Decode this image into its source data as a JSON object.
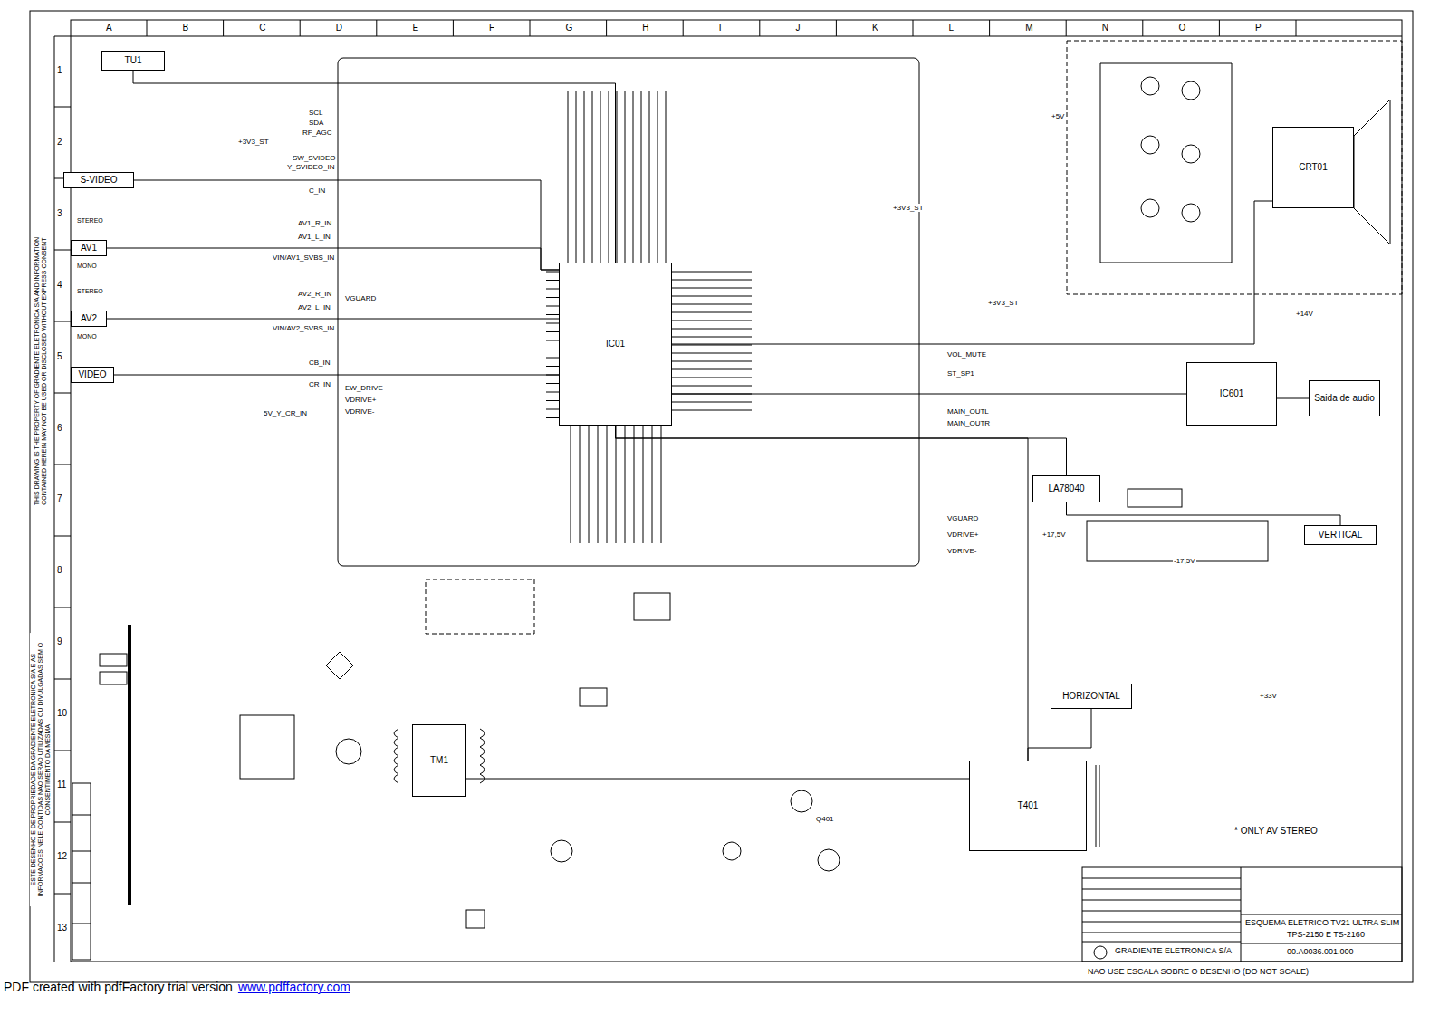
{
  "diagram": {
    "nodes": [
      {
        "text": [
          "TU1"
        ]
      },
      {
        "text": [
          "S-VIDEO"
        ]
      },
      {
        "text": [
          "AV1"
        ]
      },
      {
        "text": [
          "AV2"
        ]
      },
      {
        "text": [
          "VIDEO"
        ]
      },
      {
        "text": [
          "IC01"
        ]
      },
      {
        "text": [
          "LA78040"
        ]
      },
      {
        "text": [
          "VERTICAL"
        ]
      },
      {
        "text": [
          "IC601"
        ]
      },
      {
        "text": [
          "Saida de audio"
        ]
      },
      {
        "text": [
          "HORIZONTAL"
        ]
      },
      {
        "text": [
          "T401"
        ]
      },
      {
        "text": [
          "TM1"
        ]
      },
      {
        "text": [
          "CRT01"
        ]
      }
    ],
    "edges": [
      {
        "from": 0,
        "to": 5,
        "arrow": "none"
      },
      {
        "from": 1,
        "to": 5,
        "arrow": "none"
      },
      {
        "from": 2,
        "to": 5,
        "arrow": "none"
      },
      {
        "from": 3,
        "to": 5,
        "arrow": "none"
      },
      {
        "from": 4,
        "to": 5,
        "arrow": "none"
      },
      {
        "from": 5,
        "to": 6,
        "arrow": "none"
      },
      {
        "from": 6,
        "to": 7,
        "arrow": "none"
      },
      {
        "from": 5,
        "to": 8,
        "arrow": "none"
      },
      {
        "from": 8,
        "to": 9,
        "arrow": "none"
      },
      {
        "from": 5,
        "to": 11,
        "arrow": "none"
      },
      {
        "from": 11,
        "to": 10,
        "arrow": "none"
      },
      {
        "from": 12,
        "to": 11,
        "arrow": "none"
      },
      {
        "from": 5,
        "to": 13,
        "arrow": "none"
      }
    ],
    "labels": [
      "A",
      "B",
      "C",
      "D",
      "E",
      "F",
      "G",
      "H",
      "I",
      "J",
      "K",
      "L",
      "M",
      "N",
      "O",
      "P",
      "1",
      "2",
      "3",
      "4",
      "5",
      "6",
      "7",
      "8",
      "9",
      "10",
      "11",
      "12",
      "13",
      "SCL",
      "SDA",
      "RF_AGC",
      "SW_SVIDEO",
      "Y_SVIDEO_IN",
      "C_IN",
      "AV1_R_IN",
      "AV1_L_IN",
      "VIN/AV1_SVBS_IN",
      "AV2_R_IN",
      "AV2_L_IN",
      "VIN/AV2_SVBS_IN",
      "CB_IN",
      "CR_IN",
      "5V_Y_CR_IN",
      "VGUARD",
      "EW_DRIVE",
      "VDRIVE+",
      "VDRIVE-",
      "VOL_MUTE",
      "ST_SP1",
      "MAIN_OUTL",
      "MAIN_OUTR",
      "VGUARD",
      "VDRIVE+",
      "VDRIVE-",
      "+14V",
      "+33V",
      "-17,5V",
      "+17,5V",
      "* ONLY AV STEREO",
      "ESQUEMA ELETRICO TV21 ULTRA SLIM",
      "TPS-2150 E TS-2160",
      "GRADIENTE ELETRONICA S/A",
      "00.A0036.001.000",
      "NAO USE ESCALA SOBRE O DESENHO (DO NOT SCALE)",
      "THIS DRAWING IS THE PROPERTY OF GRADIENTE ELETRONICA S/A AND INFORMATION CONTAINED HEREIN MAY NOT BE USED OR DISCLOSED WITHOUT EXPRESS CONSENT",
      "ESTE DESENHO E DE PROPRIEDADE DA GRADIENTE ELETRONICA S/A E AS INFORMACOES NELE CONTIDAS NAO SERAO UTILIZADAS OU DIVULGADAS SEM O CONSENTIMENTO DA MESMA",
      "STEREO",
      "MONO",
      "STEREO",
      "MONO",
      "+3V3_ST",
      "+3V3_ST",
      "+5V",
      "+3V3_ST",
      "Q401",
      "PDF created with pdfFactory trial version",
      "www.pdffactory.com"
    ]
  }
}
